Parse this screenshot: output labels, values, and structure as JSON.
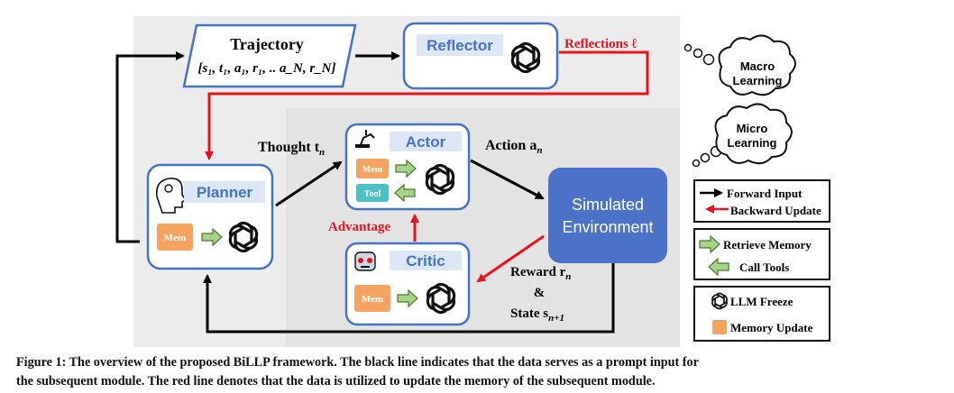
{
  "colors": {
    "panel_bg": "#ececec",
    "node_border": "#4472c4",
    "title_fill": "#dce6f4",
    "title_text": "#4472c4",
    "mem_fill": "#f4a460",
    "tool_fill": "#4ec1c4",
    "env_fill": "#4b72c6",
    "forward": "#000000",
    "backward": "#e8131a",
    "retrieve_arrow": "#8fbc5a"
  },
  "nodes": {
    "trajectory": {
      "title": "Trajectory",
      "formula": "[s₁, t₁, a₁, r₁, .. a_N, r_N]"
    },
    "reflector": {
      "title": "Reflector",
      "icon": "llm-icon"
    },
    "planner": {
      "title": "Planner",
      "icon": "brain-head-icon",
      "mem": "Mem"
    },
    "actor": {
      "title": "Actor",
      "icon": "robot-arm-icon",
      "mem": "Mem",
      "tool": "Tool"
    },
    "critic": {
      "title": "Critic",
      "icon": "robot-face-icon",
      "mem": "Mem"
    },
    "environment": {
      "line1": "Simulated",
      "line2": "Environment"
    }
  },
  "edges": {
    "reflections": "Reflections ℓ",
    "thought": "Thought t",
    "thought_sub": "n",
    "action": "Action a",
    "action_sub": "n",
    "advantage": "Advantage",
    "reward": "Reward r",
    "reward_sub": "n",
    "amp": "&",
    "state": "State s",
    "state_sub": "n+1"
  },
  "clouds": {
    "macro": {
      "line1": "Macro",
      "line2": "Learning"
    },
    "micro": {
      "line1": "Micro",
      "line2": "Learning"
    }
  },
  "legend": {
    "forward": "Forward Input",
    "backward": "Backward Update",
    "retrieve": "Retrieve Memory",
    "tools": "Call Tools",
    "llm": "LLM Freeze",
    "memory": "Memory Update"
  },
  "caption": {
    "line1": "Figure 1: The overview of the proposed BiLLP framework. The black line indicates that the data serves as a prompt input for",
    "line2": "the subsequent module. The red line denotes that the data is utilized to update the memory of the subsequent module."
  }
}
